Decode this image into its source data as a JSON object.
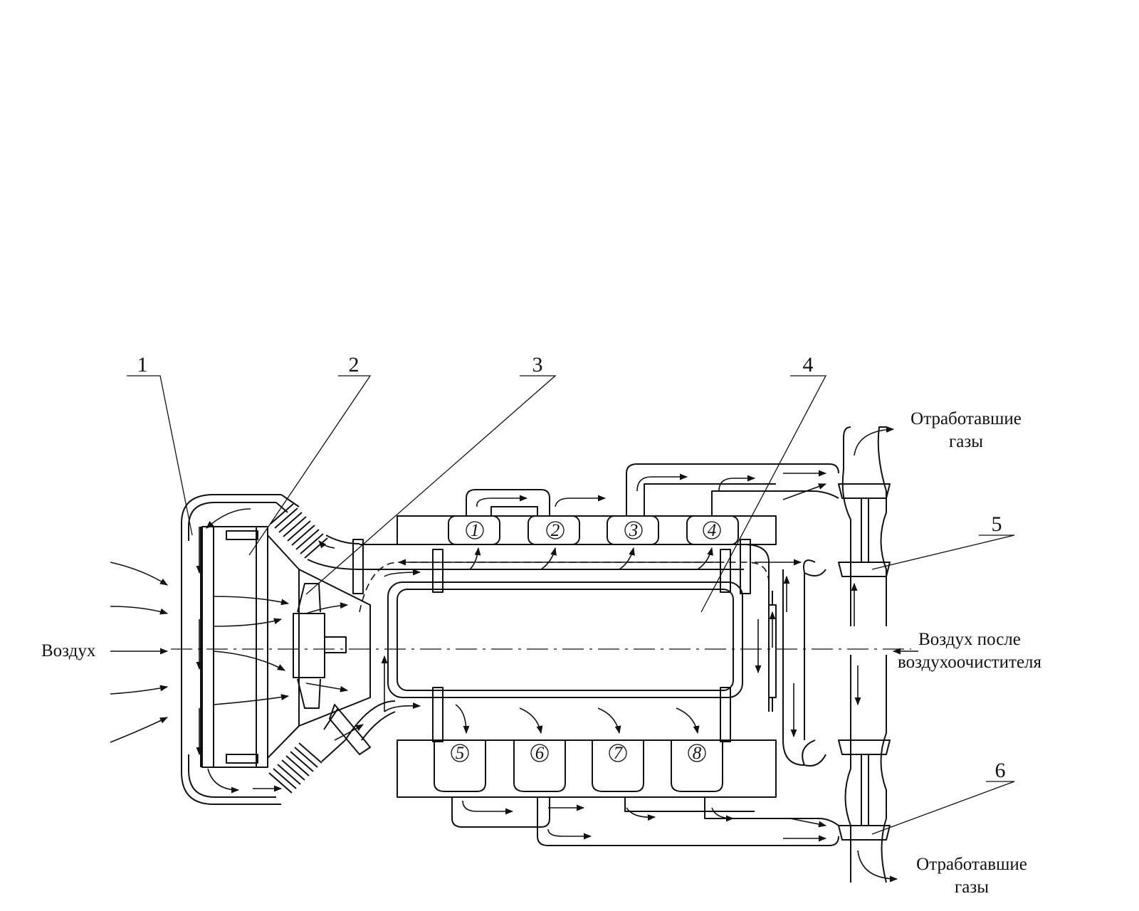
{
  "figure": {
    "callouts": [
      "1",
      "2",
      "3",
      "4",
      "5",
      "6"
    ],
    "cylinders": [
      "1",
      "2",
      "3",
      "4",
      "5",
      "6",
      "7",
      "8"
    ],
    "labels": {
      "air_in": "Воздух",
      "air_cleaned_line1": "Воздух после",
      "air_cleaned_line2": "воздухоочистителя",
      "exhaust_top_line1": "Отработавшие",
      "exhaust_top_line2": "газы",
      "exhaust_bottom_line1": "Отработавшие",
      "exhaust_bottom_line2": "газы"
    },
    "colors": {
      "line": "#111111",
      "background": "#ffffff"
    }
  }
}
